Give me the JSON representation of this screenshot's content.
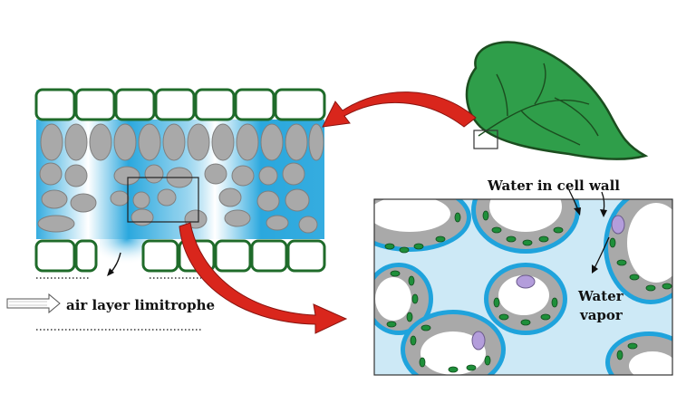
{
  "labels": {
    "air_layer": "air layer limitrophe",
    "water_in_cell_wall": "Water in cell wall",
    "water_vapor_line1": "Water",
    "water_vapor_line2": "vapor"
  },
  "colors": {
    "leaf_fill": "#2f9e4a",
    "leaf_outline": "#1b4d1f",
    "epidermis_outline": "#1f6b2a",
    "cell_gray": "#a9a9a9",
    "water_blue": "#1fa3dc",
    "light_blue": "#cde9f6",
    "arrow_red": "#d9261c",
    "chloroplast_green": "#1f8f3a",
    "nucleus_purple": "#b39ddb"
  },
  "icons": {
    "leaf": "leaf-icon",
    "hollow_arrow": "hollow-arrow-icon",
    "curved_arrow": "curved-red-arrow-icon"
  }
}
